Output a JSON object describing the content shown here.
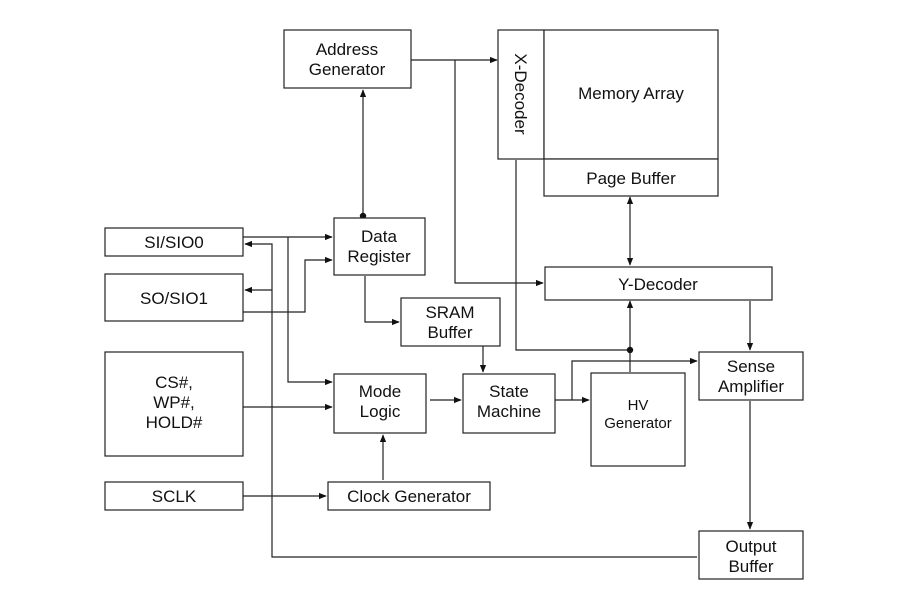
{
  "blocks": {
    "address_generator": [
      "Address",
      "Generator"
    ],
    "x_decoder": "X-Decoder",
    "memory_array": "Memory Array",
    "page_buffer": "Page Buffer",
    "si_sio0": "SI/SIO0",
    "so_sio1": "SO/SIO1",
    "data_register": [
      "Data",
      "Register"
    ],
    "sram_buffer": [
      "SRAM",
      "Buffer"
    ],
    "y_decoder": "Y-Decoder",
    "control_pins": [
      "CS#,",
      "WP#,",
      "HOLD#"
    ],
    "mode_logic": [
      "Mode",
      "Logic"
    ],
    "state_machine": [
      "State",
      "Machine"
    ],
    "hv_generator": [
      "HV",
      "Generator"
    ],
    "sense_amplifier": [
      "Sense",
      "Amplifier"
    ],
    "sclk": "SCLK",
    "clock_generator": "Clock Generator",
    "output_buffer": [
      "Output",
      "Buffer"
    ]
  }
}
